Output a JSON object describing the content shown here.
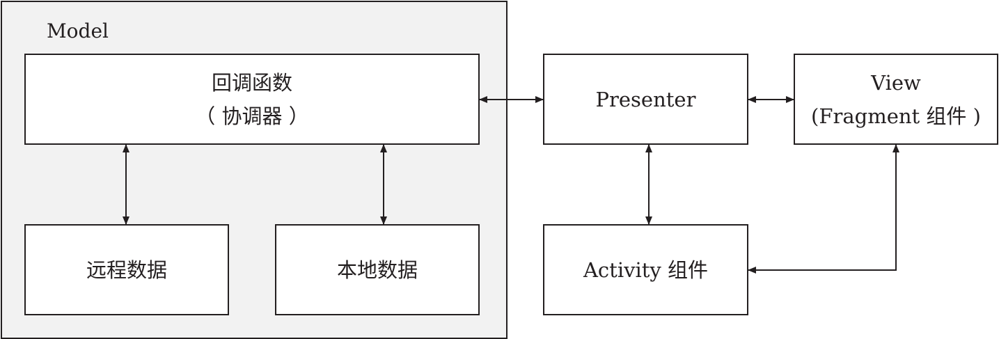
{
  "model": {
    "label": "Model",
    "callback": {
      "line1": "回调函数",
      "line2": "（ 协调器 ）"
    },
    "remote": "远程数据",
    "local": "本地数据"
  },
  "presenter": "Presenter",
  "view": {
    "line1": "View",
    "line2": "(Fragment  组件 )"
  },
  "activity": "Activity  组件",
  "colors": {
    "stroke": "#231f20",
    "model_bg": "#f2f2f2",
    "box_bg": "#ffffff"
  }
}
